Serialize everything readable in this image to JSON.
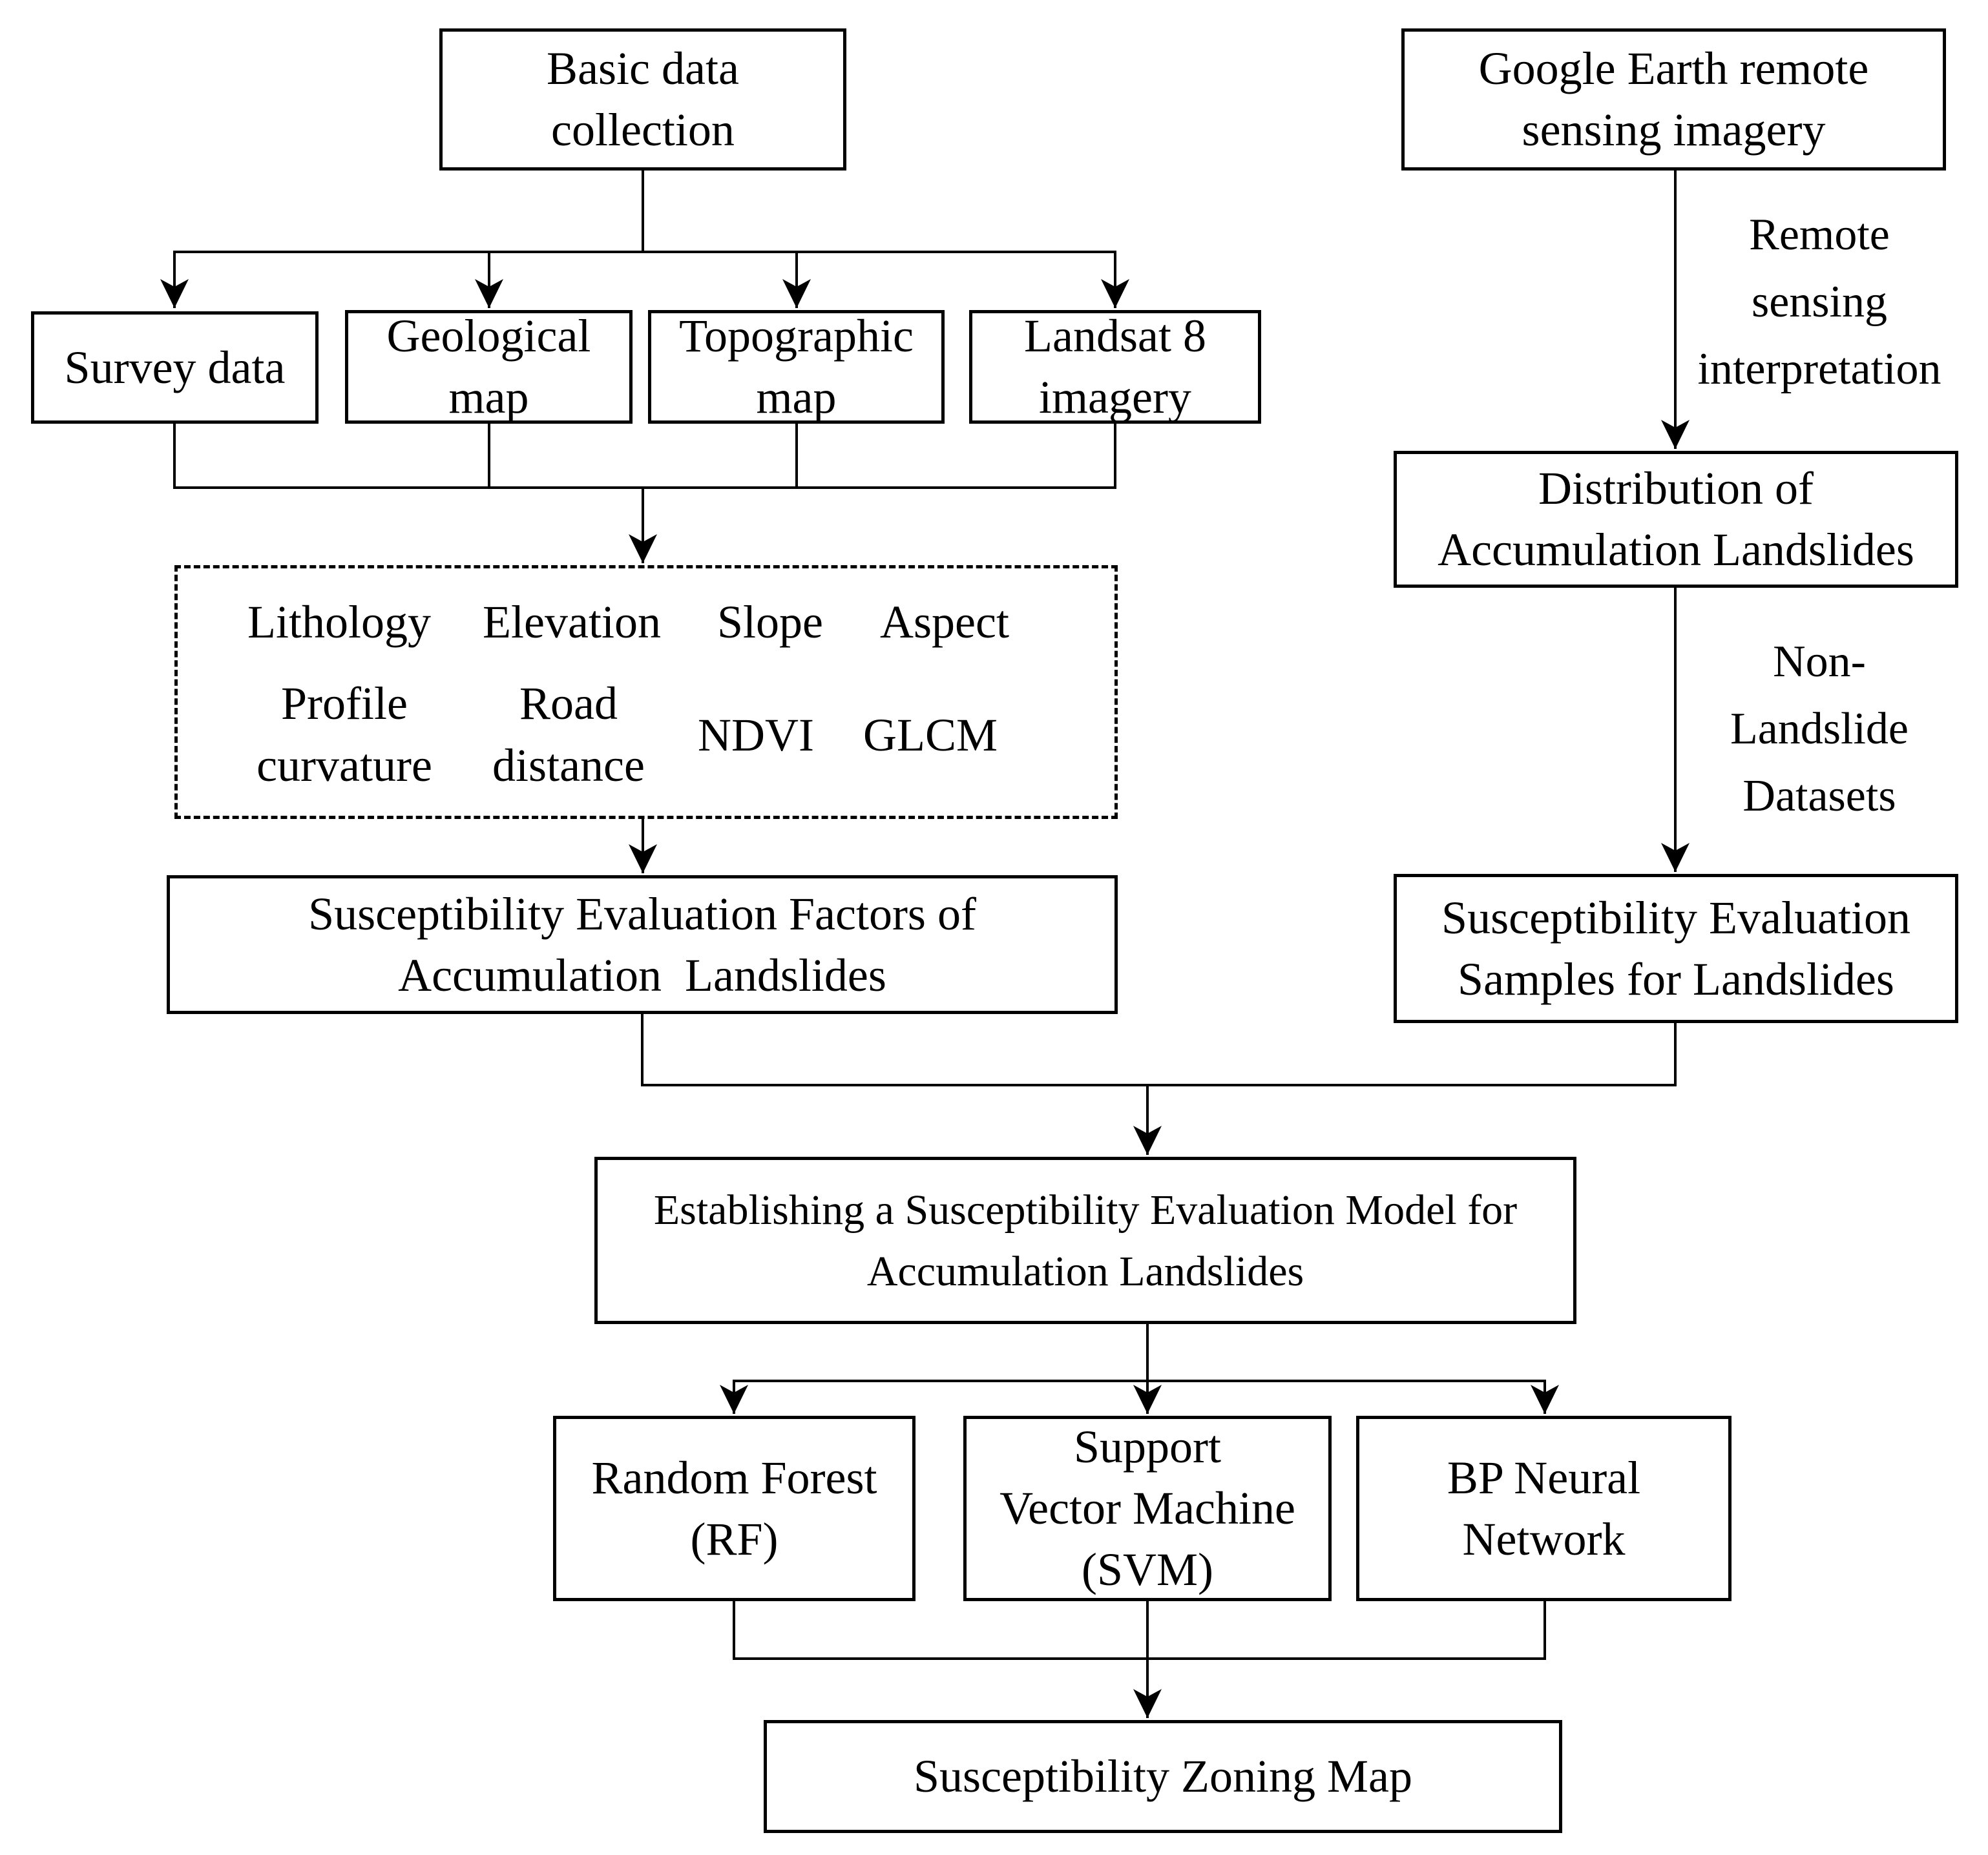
{
  "colors": {
    "line": "#000000",
    "background": "#ffffff",
    "text": "#000000"
  },
  "nodes": {
    "basic_data": {
      "label": "Basic data\ncollection"
    },
    "google_earth": {
      "label": "Google Earth remote\nsensing imagery"
    },
    "survey": {
      "label": "Survey data"
    },
    "geological": {
      "label": "Geological\nmap"
    },
    "topographic": {
      "label": "Topographic\nmap"
    },
    "landsat": {
      "label": "Landsat 8\nimagery"
    },
    "factor_group": {
      "row1": [
        "Lithology",
        "Elevation",
        "Slope",
        "Aspect"
      ],
      "profile": "Profile\ncurvature",
      "road": "Road\ndistance",
      "ndvi": "NDVI",
      "glcm": "GLCM"
    },
    "factors": {
      "label": "Susceptibility Evaluation Factors of\nAccumulation  Landslides"
    },
    "distribution": {
      "label": "Distribution of\nAccumulation Landslides"
    },
    "samples": {
      "label": "Susceptibility Evaluation\nSamples for Landslides"
    },
    "establishing": {
      "label": "Establishing a Susceptibility Evaluation Model for\nAccumulation Landslides"
    },
    "rf": {
      "label": "Random Forest\n(RF)"
    },
    "svm": {
      "label": "Support\nVector Machine\n(SVM)"
    },
    "bp": {
      "label": "BP Neural\nNetwork"
    },
    "zoning": {
      "label": "Susceptibility Zoning Map"
    }
  },
  "edge_labels": {
    "remote_sensing": "Remote\nsensing\ninterpretation",
    "non_landslide": "Non-\nLandslide\nDatasets"
  },
  "edges": [
    {
      "from": "basic-data-collection",
      "to": "survey-data"
    },
    {
      "from": "basic-data-collection",
      "to": "geological-map"
    },
    {
      "from": "basic-data-collection",
      "to": "topographic-map"
    },
    {
      "from": "basic-data-collection",
      "to": "landsat-8-imagery"
    },
    {
      "from": "survey-data",
      "to": "evaluation-factor-group"
    },
    {
      "from": "geological-map",
      "to": "evaluation-factor-group"
    },
    {
      "from": "topographic-map",
      "to": "evaluation-factor-group"
    },
    {
      "from": "landsat-8-imagery",
      "to": "evaluation-factor-group"
    },
    {
      "from": "evaluation-factor-group",
      "to": "susceptibility-evaluation-factors"
    },
    {
      "from": "google-earth-imagery",
      "to": "distribution-of-accumulation-landslides",
      "label": "Remote sensing interpretation"
    },
    {
      "from": "distribution-of-accumulation-landslides",
      "to": "susceptibility-evaluation-samples",
      "label": "Non-Landslide Datasets"
    },
    {
      "from": "susceptibility-evaluation-factors",
      "to": "establishing-model"
    },
    {
      "from": "susceptibility-evaluation-samples",
      "to": "establishing-model"
    },
    {
      "from": "establishing-model",
      "to": "random-forest"
    },
    {
      "from": "establishing-model",
      "to": "support-vector-machine"
    },
    {
      "from": "establishing-model",
      "to": "bp-neural-network"
    },
    {
      "from": "random-forest",
      "to": "susceptibility-zoning-map"
    },
    {
      "from": "support-vector-machine",
      "to": "susceptibility-zoning-map"
    },
    {
      "from": "bp-neural-network",
      "to": "susceptibility-zoning-map"
    }
  ]
}
